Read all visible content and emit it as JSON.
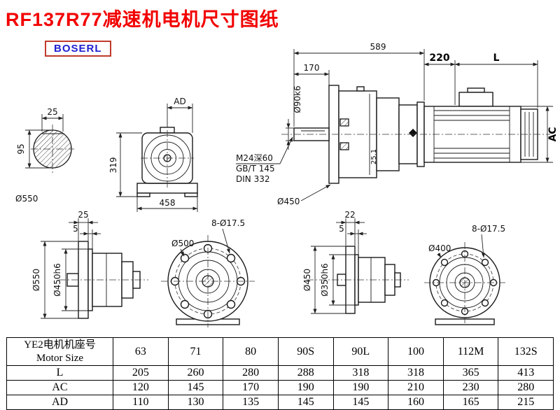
{
  "page": {
    "title": "RF137R77减速机电机尺寸图纸",
    "brand": "BOSERL"
  },
  "views": {
    "shaft_section": {
      "dim_width": "25",
      "dim_height": "95",
      "label": "Ø550"
    },
    "gearbox_front": {
      "dim_top": "AD",
      "dim_side": "319",
      "dim_bottom": "458"
    },
    "assembly": {
      "dim_total": "589",
      "dim_shaft_len": "170",
      "shaft_dia": "Ø90k6",
      "bore_note_1": "M24深60",
      "bore_note_2": "GB/T 145",
      "bore_note_3": "DIN 332",
      "flange_dia": "Ø450",
      "key_dim": "25.1",
      "dim_adapter": "220",
      "dim_motor_len": "L",
      "dim_motor_dia": "AC"
    },
    "flange_side_large": {
      "dim_depth": "25",
      "dim_step": "5",
      "dia_outer": "Ø550",
      "dia_spigot": "Ø450h6"
    },
    "flange_front_large": {
      "dia_bolt_circle": "Ø500",
      "holes": "8-Ø17.5"
    },
    "flange_side_small": {
      "dim_depth": "22",
      "dim_step": "5",
      "dia_outer": "Ø450",
      "dia_spigot": "Ø350h6"
    },
    "flange_front_small": {
      "dia": "Ø400",
      "holes": "8-Ø17.5"
    }
  },
  "table": {
    "header": {
      "line1": "YE2电机机座号",
      "line2": "Motor Size"
    },
    "sizes": [
      "63",
      "71",
      "80",
      "90S",
      "90L",
      "100",
      "112M",
      "132S"
    ],
    "rows": [
      {
        "label": "L",
        "values": [
          "205",
          "260",
          "280",
          "288",
          "318",
          "318",
          "365",
          "413"
        ]
      },
      {
        "label": "AC",
        "values": [
          "120",
          "145",
          "170",
          "190",
          "190",
          "210",
          "230",
          "280"
        ]
      },
      {
        "label": "AD",
        "values": [
          "110",
          "130",
          "135",
          "145",
          "145",
          "160",
          "165",
          "215"
        ]
      }
    ]
  }
}
